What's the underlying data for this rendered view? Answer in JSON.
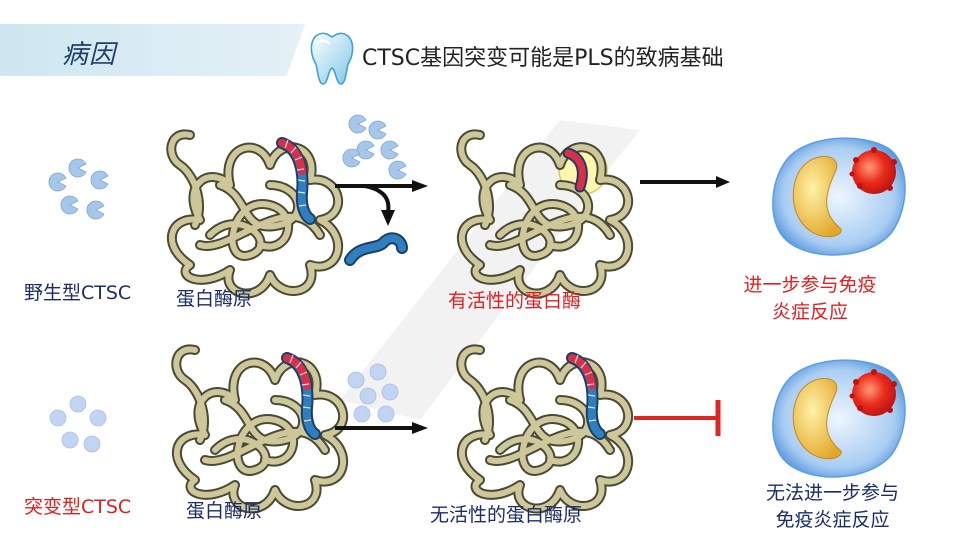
{
  "header": {
    "section_label": "病因",
    "title": "CTSC基因突变可能是PLS的致病基础",
    "icon": "tooth-icon"
  },
  "rows": {
    "wild": {
      "gene_label": "野生型CTSC",
      "zymogen_label": "蛋白酶原",
      "product_label": "有活性的蛋白酶",
      "outcome_label": [
        "进一步参与免疫",
        "炎症反应"
      ]
    },
    "mutant": {
      "gene_label": "突变型CTSC",
      "zymogen_label": "蛋白酶原",
      "product_label": "无活性的蛋白酶原",
      "outcome_label": [
        "无法进一步参与",
        "免疫炎症反应"
      ]
    }
  },
  "colors": {
    "protein_fill": "#cdc79a",
    "protein_stroke": "#4a4a35",
    "red_segment": "#d8304a",
    "blue_segment": "#2f7fbf",
    "arrow_black": "#111111",
    "inhibit_red": "#e02525",
    "label_blue": "#1a2c6b",
    "label_red": "#e02020"
  }
}
